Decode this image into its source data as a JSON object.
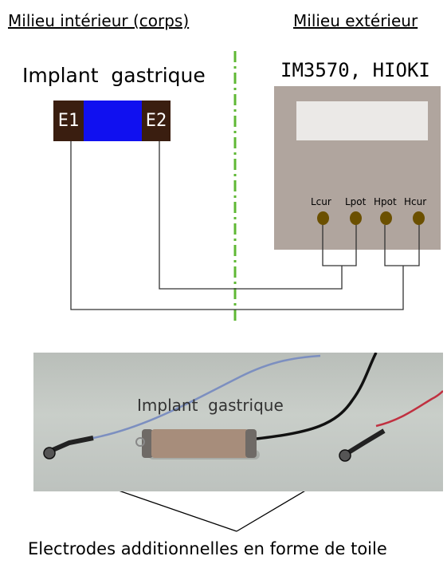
{
  "headers": {
    "interior": "Milieu intérieur (corps)",
    "exterior": "Milieu extérieur"
  },
  "implant": {
    "label": "Implant  gastrique",
    "electrode_left": "E1",
    "electrode_right": "E2"
  },
  "device": {
    "name": "IM3570, HIOKI",
    "ports": [
      "Lcur",
      "Lpot",
      "Hpot",
      "Hcur"
    ]
  },
  "photo": {
    "label": "Implant  gastrique"
  },
  "caption": "Electrodes additionnelles en forme de toile",
  "colors": {
    "implant_body": "#1010f0",
    "electrode": "#3a1e10",
    "device_body": "#b0a59e",
    "port": "#6b5000",
    "separator": "#5fb834"
  }
}
